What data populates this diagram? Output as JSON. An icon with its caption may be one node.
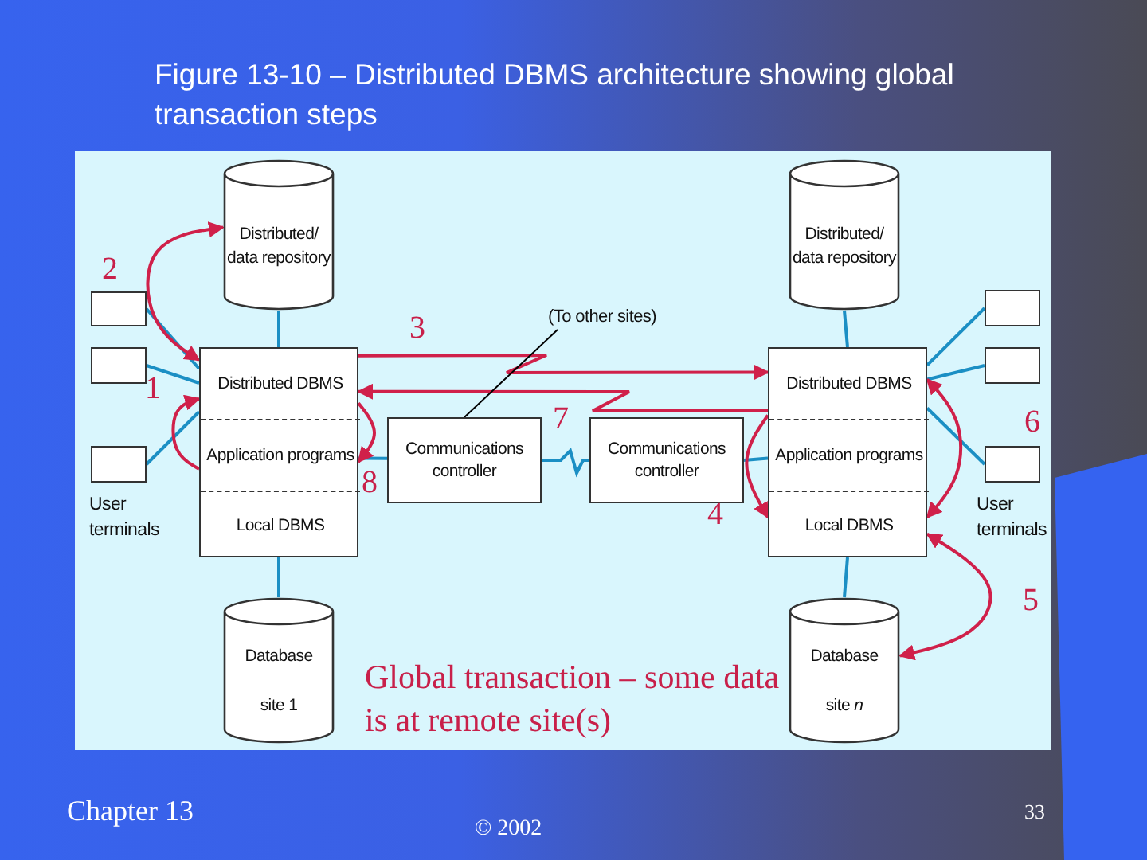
{
  "diagram": {
    "title": "Figure 13-10 – Distributed DBMS architecture showing global transaction steps",
    "nodes": [
      {
        "text": [
          "Distributed/ data repository"
        ]
      },
      {
        "text": [
          "Distributed/ data repository"
        ]
      },
      {
        "text": [],
        "shape": "box"
      },
      {
        "text": [
          "Distributed DBMS"
        ],
        "in": 2
      },
      {
        "text": [
          "Application programs"
        ],
        "in": 2
      },
      {
        "text": [
          "Local DBMS"
        ],
        "in": 2
      },
      {
        "text": [],
        "shape": "box"
      },
      {
        "text": [
          "Distributed DBMS"
        ],
        "in": 6
      },
      {
        "text": [
          "Application programs"
        ],
        "in": 6
      },
      {
        "text": [
          "Local DBMS"
        ],
        "in": 6
      },
      {
        "text": [
          "Communications controller"
        ]
      },
      {
        "text": [
          "Communications controller"
        ]
      },
      {
        "text": [
          "Database",
          "site 1"
        ]
      },
      {
        "text": [
          "Database",
          "site *n*"
        ]
      },
      {
        "text": [],
        "shape": "box"
      },
      {
        "text": [],
        "shape": "box"
      },
      {
        "text": [],
        "shape": "box"
      },
      {
        "text": [],
        "shape": "box"
      },
      {
        "text": [],
        "shape": "box"
      },
      {
        "text": [],
        "shape": "box"
      },
      {
        "text": [
          "(To other sites)"
        ]
      }
    ],
    "edges": [
      {
        "from": 0,
        "to": 3,
        "arrow": "none"
      },
      {
        "from": 14,
        "to": 3,
        "arrow": "none"
      },
      {
        "from": 15,
        "to": 3,
        "arrow": "none"
      },
      {
        "from": 16,
        "to": 3,
        "arrow": "none"
      },
      {
        "from": 5,
        "to": 12,
        "arrow": "none"
      },
      {
        "from": 4,
        "to": 10,
        "arrow": "none"
      },
      {
        "from": 10,
        "to": 11,
        "arrow": "none"
      },
      {
        "from": 11,
        "to": 8,
        "arrow": "none"
      },
      {
        "from": 1,
        "to": 7,
        "arrow": "none"
      },
      {
        "from": 17,
        "to": 7,
        "arrow": "none"
      },
      {
        "from": 18,
        "to": 7,
        "arrow": "none"
      },
      {
        "from": 19,
        "to": 7,
        "arrow": "none"
      },
      {
        "from": 9,
        "to": 13,
        "arrow": "none"
      },
      {
        "from": 4,
        "to": 3,
        "arrow": "to",
        "color": "#d0204a"
      },
      {
        "from": 0,
        "to": 3,
        "arrow": "both",
        "color": "#d0204a"
      },
      {
        "from": 3,
        "to": 7,
        "arrow": "to",
        "color": "#d0204a"
      },
      {
        "from": 7,
        "to": 3,
        "arrow": "to",
        "color": "#d0204a"
      },
      {
        "from": 3,
        "to": 4,
        "arrow": "to",
        "color": "#d0204a"
      },
      {
        "from": 7,
        "to": 9,
        "arrow": "to",
        "color": "#d0204a"
      },
      {
        "from": 7,
        "to": 9,
        "arrow": "both",
        "color": "#d0204a"
      },
      {
        "from": 9,
        "to": 13,
        "arrow": "both",
        "color": "#d0204a"
      },
      {
        "from": 20,
        "to": 10,
        "arrow": "none",
        "color": "#000000"
      }
    ],
    "labels": [
      "2",
      "1",
      "3",
      "7",
      "8",
      "4",
      "6",
      "5",
      "User terminals",
      "User terminals",
      "Global transaction – some data is at remote site(s)",
      "Chapter 13",
      "© 2002",
      "33"
    ]
  }
}
